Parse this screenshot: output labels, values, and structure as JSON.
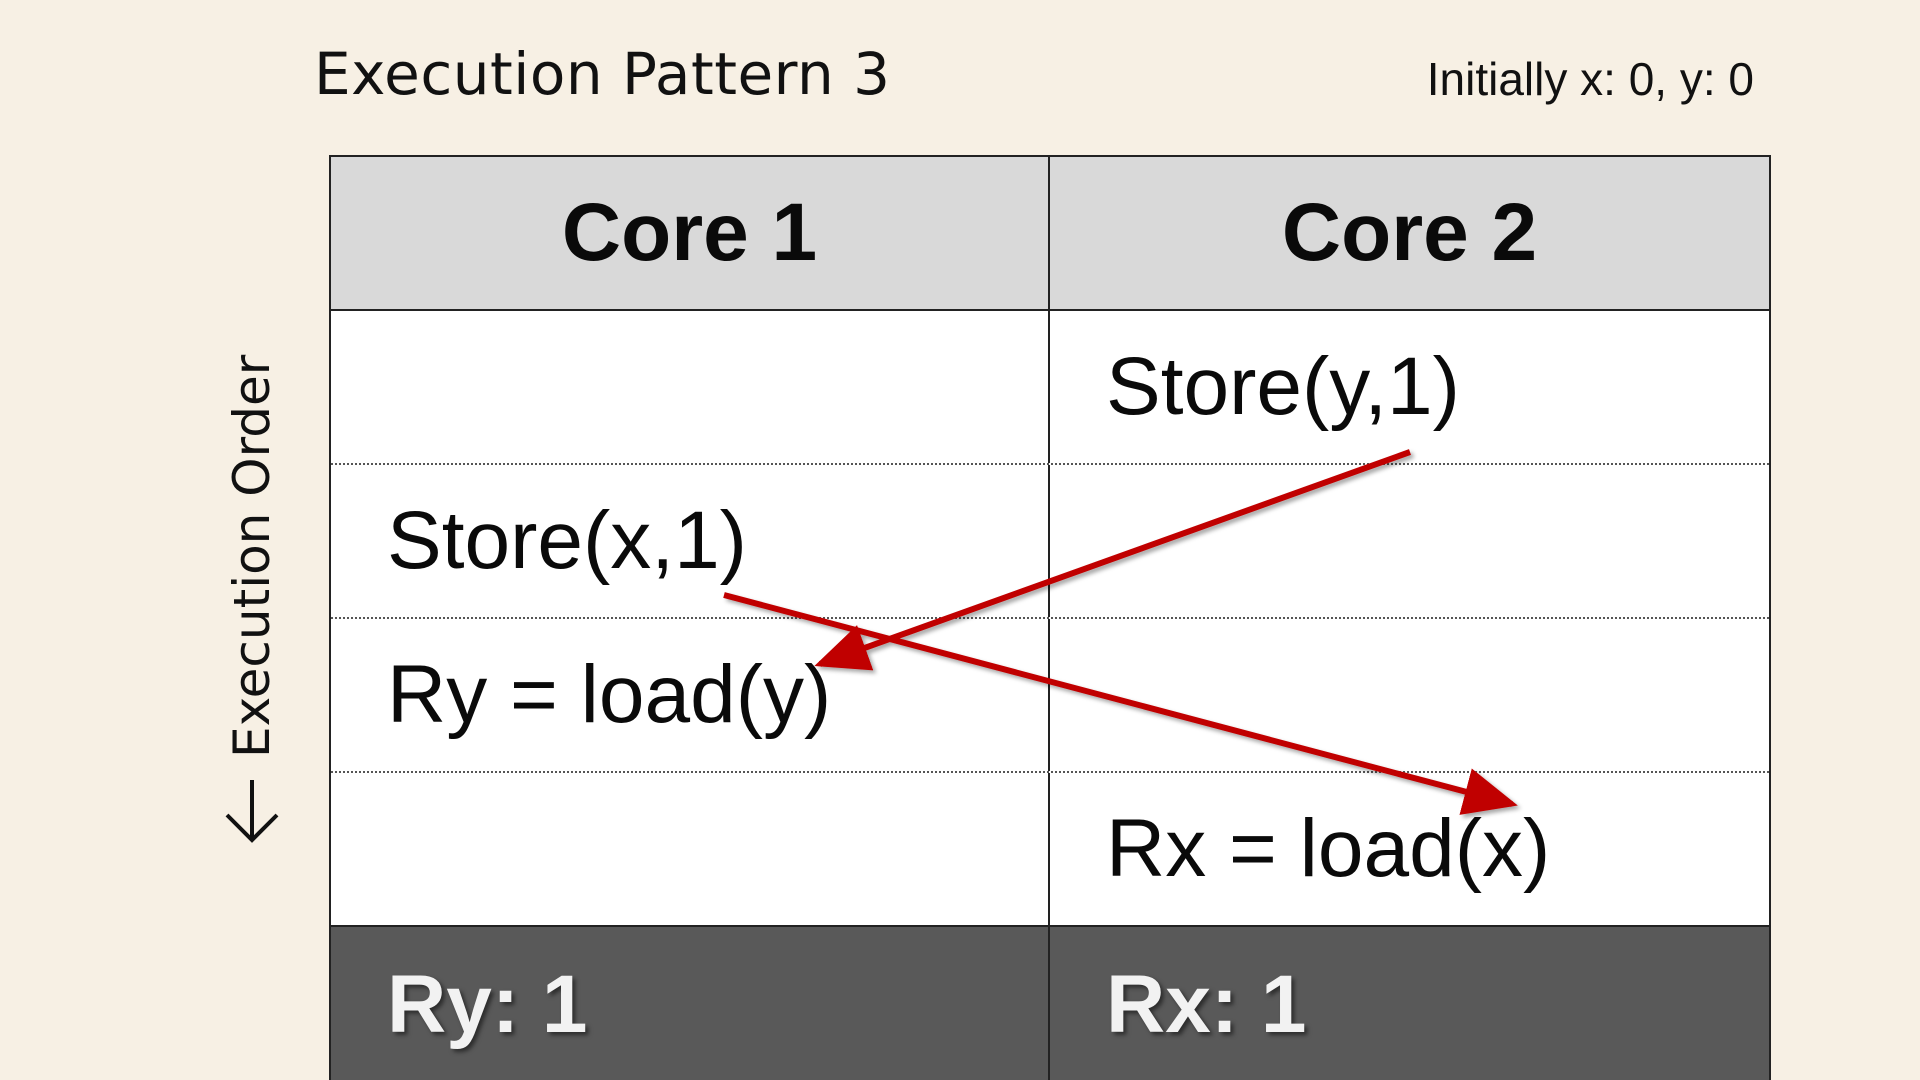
{
  "slide": {
    "title": "Execution Pattern 3",
    "initial_state": "Initially x: 0, y: 0",
    "axis_label": "Execution Order"
  },
  "table": {
    "headers": [
      "Core 1",
      "Core 2"
    ],
    "rows": [
      [
        "",
        "Store(y,1)"
      ],
      [
        "Store(x,1)",
        ""
      ],
      [
        "Ry = load(y)",
        ""
      ],
      [
        "",
        "Rx = load(x)"
      ]
    ],
    "results": [
      "Ry: 1",
      "Rx: 1"
    ]
  },
  "colors": {
    "background": "#f7f0e4",
    "header_fill": "#d9d9d9",
    "result_fill": "#595959",
    "arrow": "#c00000"
  },
  "icons": {
    "execution_order": "down-arrow-icon",
    "dependency": "red-arrow-icon"
  }
}
